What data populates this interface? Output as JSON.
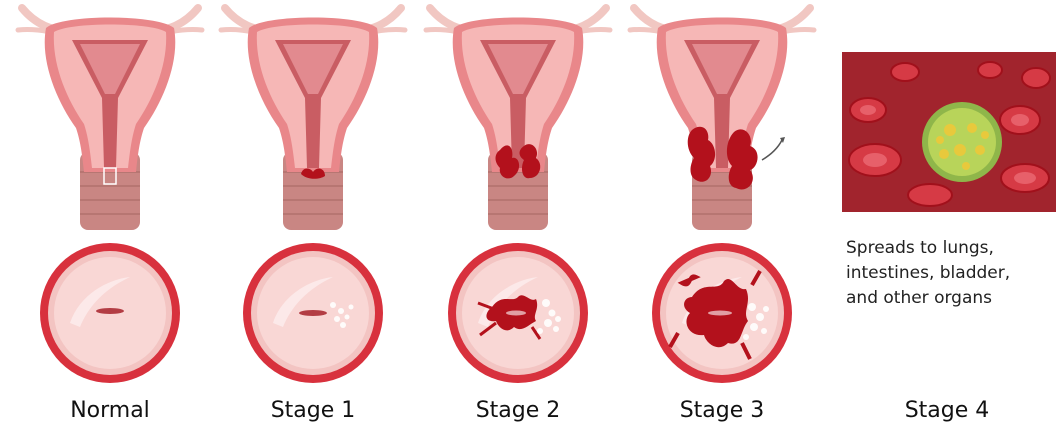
{
  "stages": [
    {
      "label": "Normal"
    },
    {
      "label": "Stage 1"
    },
    {
      "label": "Stage 2"
    },
    {
      "label": "Stage 3"
    },
    {
      "label": "Stage 4"
    }
  ],
  "stage4_caption": {
    "line1": "Spreads to lungs,",
    "line2": "intestines, bladder,",
    "line3": "and other organs"
  },
  "colors": {
    "uterus": "#e9878a",
    "uterus_light": "#f6b7b6",
    "cavity": "#c95d63",
    "cervix": "#c88380",
    "tumor": "#b3111c",
    "cell": "#f5cfc8",
    "ring": "#d8313d"
  }
}
